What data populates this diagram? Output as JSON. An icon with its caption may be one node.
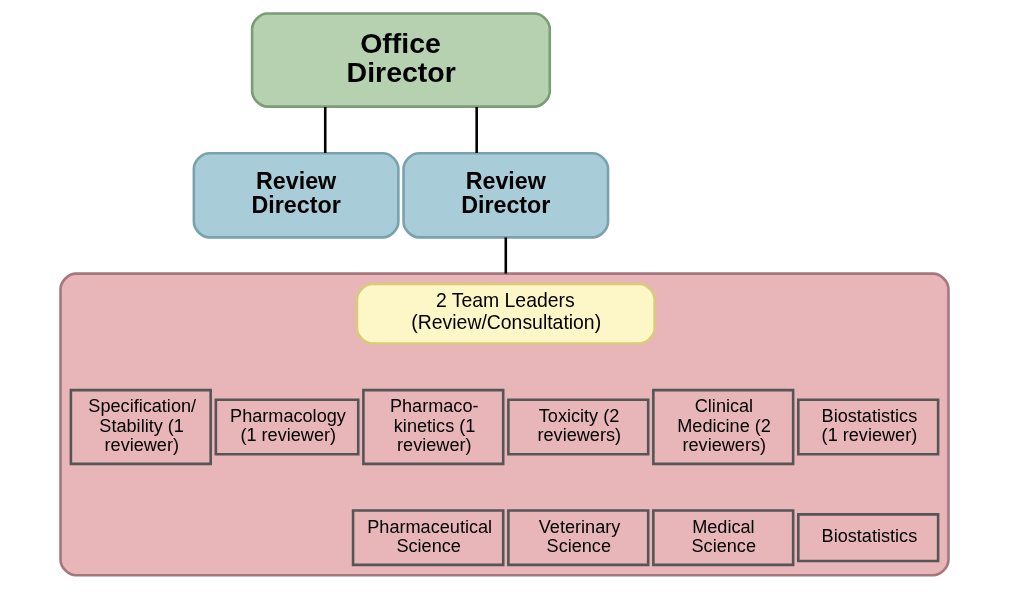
{
  "diagram": {
    "nodes": [
      {
        "text": [
          "Office Director"
        ]
      },
      {
        "text": [
          "Review Director"
        ]
      },
      {
        "text": [
          "Review Director"
        ]
      },
      {
        "text": [],
        "shape": "box"
      },
      {
        "text": [
          "2 Team Leaders (Review/Consultation)"
        ],
        "in": 3
      },
      {
        "text": [
          "Specification/ Stability (1 reviewer)"
        ],
        "in": 3
      },
      {
        "text": [
          "Pharmacology (1 reviewer)"
        ],
        "in": 3
      },
      {
        "text": [
          "Pharmaco- kinetics (1 reviewer)"
        ],
        "in": 3
      },
      {
        "text": [
          "Toxicity (2 reviewers)"
        ],
        "in": 3
      },
      {
        "text": [
          "Clinical Medicine (2 reviewers)"
        ],
        "in": 3
      },
      {
        "text": [
          "Biostatistics (1 reviewer)"
        ],
        "in": 3
      },
      {
        "text": [
          "Pharmaceutical Science"
        ],
        "in": 3
      },
      {
        "text": [
          "Veterinary Science"
        ],
        "in": 3
      },
      {
        "text": [
          "Medical Science"
        ],
        "in": 3
      },
      {
        "text": [
          "Biostatistics"
        ],
        "in": 3
      }
    ],
    "edges": [
      {
        "from": 0,
        "to": 1,
        "arrow": "none"
      },
      {
        "from": 0,
        "to": 2,
        "arrow": "none"
      },
      {
        "from": 2,
        "to": 3,
        "arrow": "none"
      }
    ]
  }
}
